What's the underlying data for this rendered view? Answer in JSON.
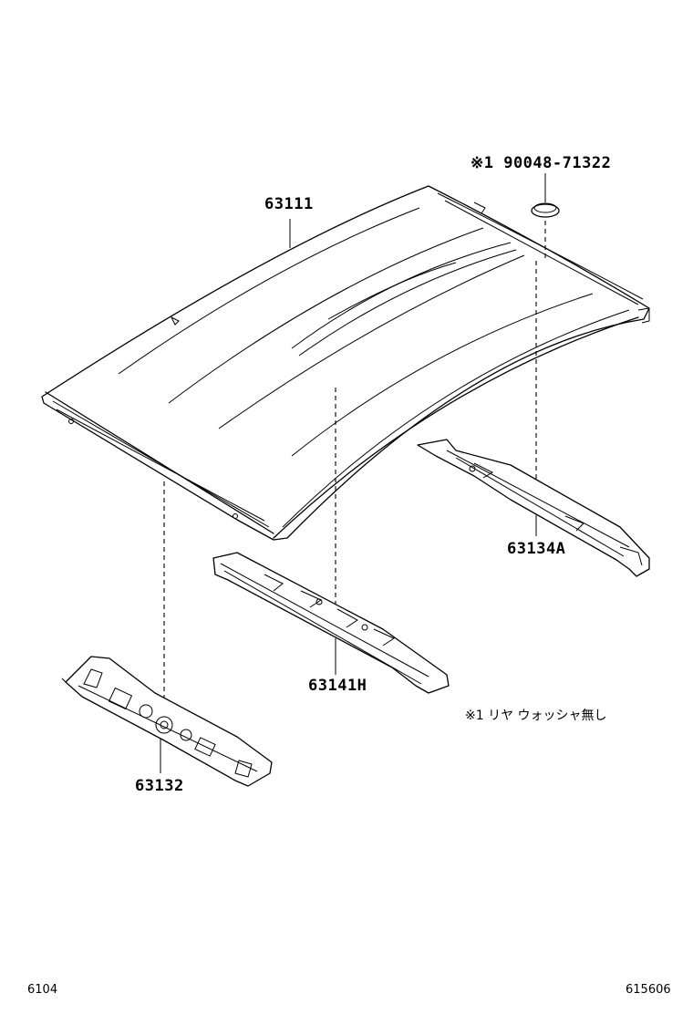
{
  "parts": {
    "roof_panel": "63111",
    "plug": "※1 90048-71322",
    "rear_rail": "63134A",
    "roof_bow": "63141H",
    "front_rail": "63132"
  },
  "note": "※1 リヤ ウォッシャ無し",
  "codes": {
    "left": "6104",
    "right": "615606"
  }
}
